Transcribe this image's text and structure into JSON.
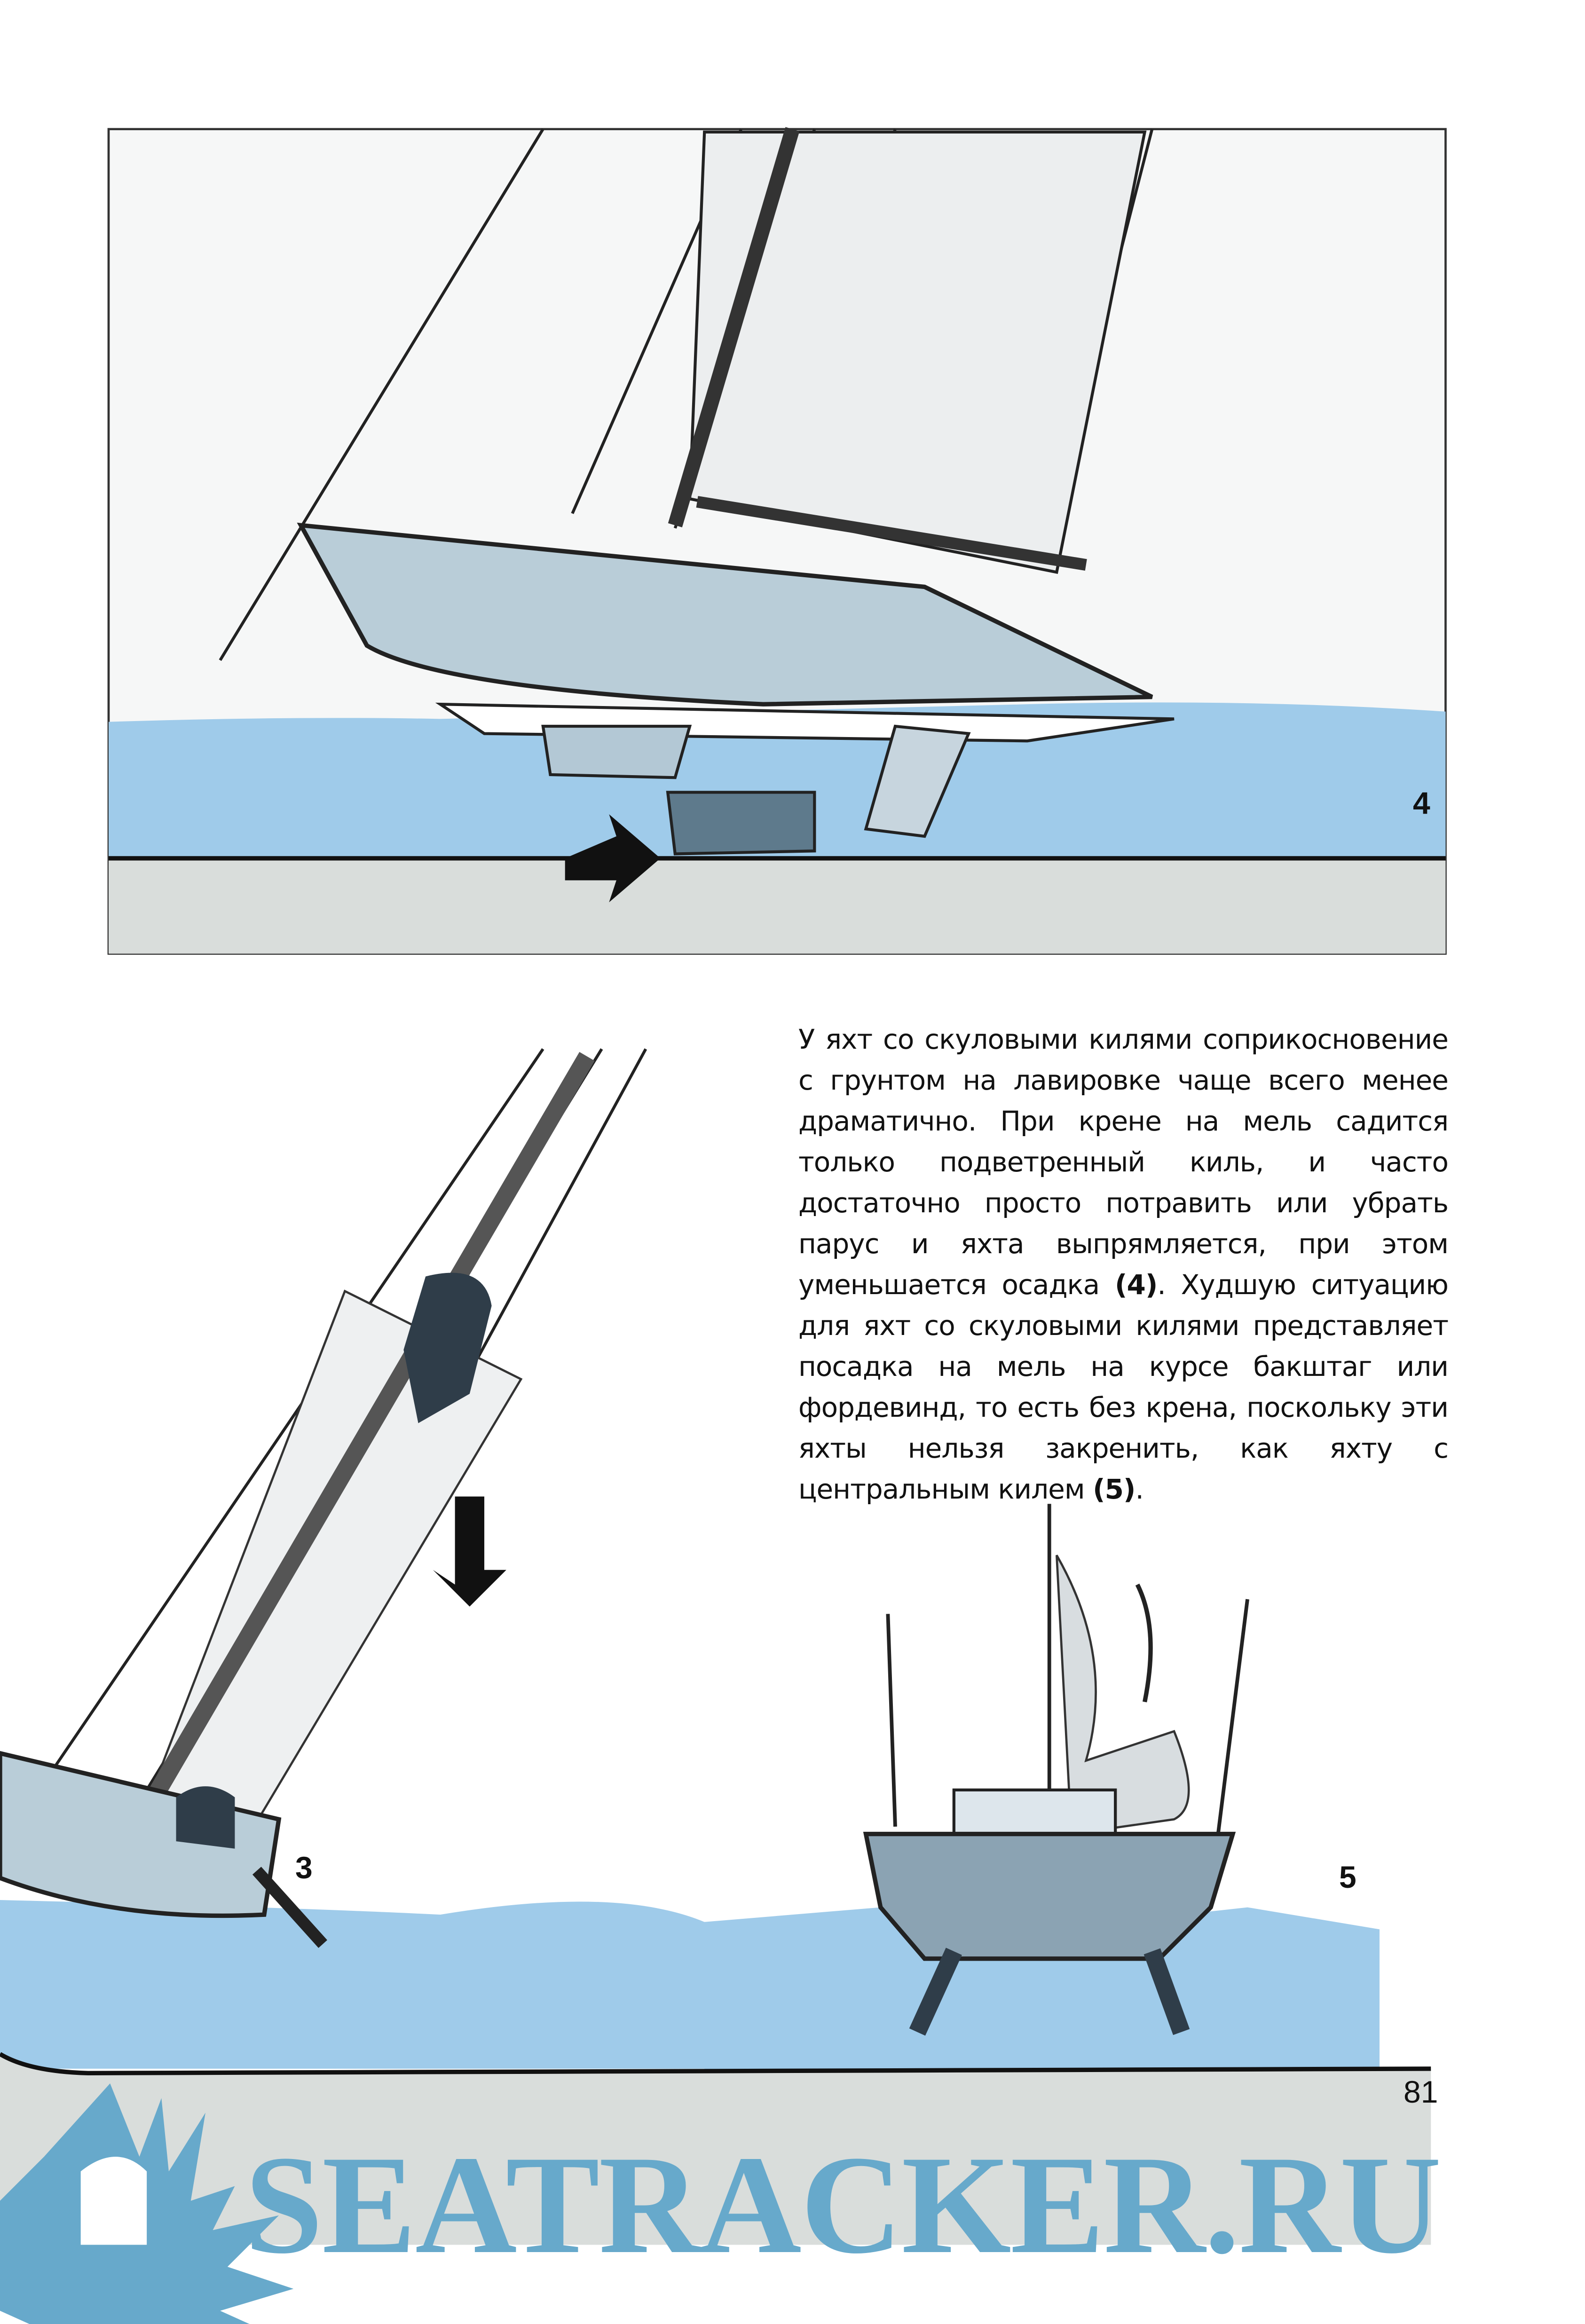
{
  "page": {
    "paragraph": {
      "part1": "У яхт со скуловыми килями соприкосновение с грунтом на лавировке чаще всего менее драматично. При крене на мель садится только подветренный киль, и часто достаточно просто потравить или убрать парус и яхта выпрямляется, при этом уменьшается осадка ",
      "ref1": "(4)",
      "part2": ". Худшую ситуацию для яхт со скуловыми килями представляет посадка на мель на курсе бакштаг или фордевинд, то есть без крена, поскольку эти яхты нельзя закренить, как яхту с центральным килем ",
      "ref2": "(5)",
      "part3": "."
    },
    "figures": {
      "fig4": "4",
      "fig3": "3",
      "fig5": "5"
    },
    "page_number": "81",
    "watermark": "SEATRACKER.RU"
  },
  "colors": {
    "water": "#9fcbea",
    "hull": "#b9cdd8",
    "sand": "#d8dcd8",
    "watermark": "#67a9cb"
  }
}
